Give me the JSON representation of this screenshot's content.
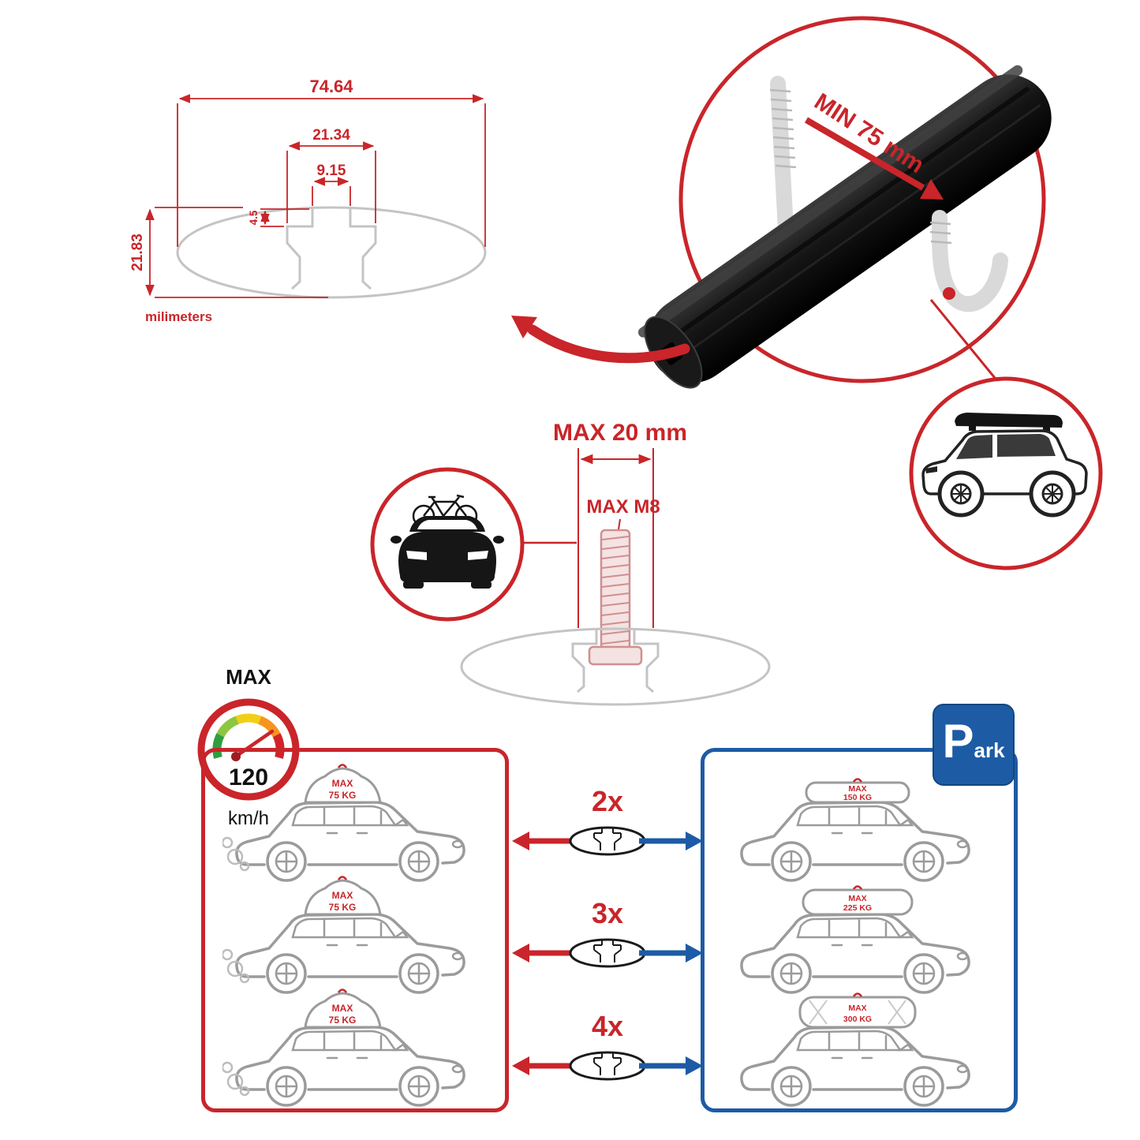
{
  "colors": {
    "red": "#c9252a",
    "blue": "#1d5ba5",
    "gray": "#c4c4c4",
    "bar_black": "#111111"
  },
  "dimensions": {
    "total_width": "74.64",
    "channel_width": "21.34",
    "slot_width": "9.15",
    "slot_depth": "4.5",
    "total_height": "21.83",
    "units": "milimeters"
  },
  "clamp_detail": {
    "min_label": "MIN 75 mm"
  },
  "bolt_detail": {
    "max_length": "MAX 20 mm",
    "max_thread": "MAX M8"
  },
  "speed": {
    "title": "MAX",
    "value": "120",
    "units": "km/h"
  },
  "park_sign": {
    "initial": "P",
    "rest": "ark"
  },
  "capacity": {
    "multipliers": [
      "2x",
      "3x",
      "4x"
    ],
    "red_cars": [
      {
        "max": "MAX",
        "kg": "75 KG"
      },
      {
        "max": "MAX",
        "kg": "75 KG"
      },
      {
        "max": "MAX",
        "kg": "75 KG"
      }
    ],
    "blue_cars": [
      {
        "max": "MAX",
        "kg": "150 KG"
      },
      {
        "max": "MAX",
        "kg": "225 KG"
      },
      {
        "max": "MAX",
        "kg": "300 KG"
      }
    ]
  }
}
